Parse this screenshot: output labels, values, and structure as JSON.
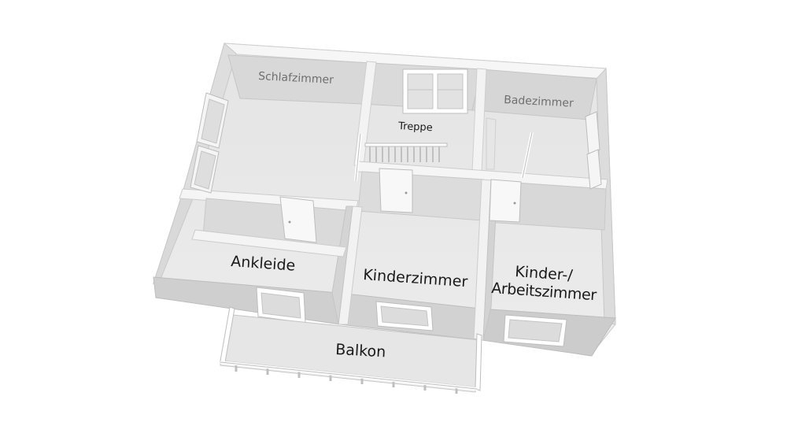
{
  "rooms": {
    "schlafzimmer": "Schlafzimmer",
    "treppe": "Treppe",
    "badezimmer": "Badezimmer",
    "ankleide": "Ankleide",
    "kinderzimmer": "Kinderzimmer",
    "kinder_arbeitszimmer_line1": "Kinder-/",
    "kinder_arbeitszimmer_line2": "Arbeitszimmer",
    "balkon": "Balkon"
  },
  "colors": {
    "floor": "#e9e9e9",
    "wall_top": "#f7f7f7",
    "wall_side": "#d7d7d7",
    "wall_front": "#cdcdcd",
    "outline": "#bdbdbd",
    "window_frame": "#ffffff",
    "window_glass": "#dcdcdc"
  }
}
